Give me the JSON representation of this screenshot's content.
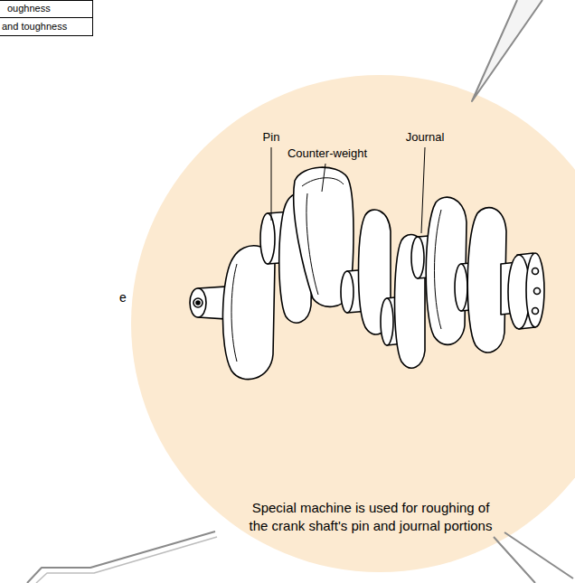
{
  "diagram": {
    "nodes": [
      {
        "text": [
          "Special machine is used for roughing of the crank shaft's pin and journal portions"
        ]
      }
    ],
    "labels": [
      "oughness",
      "and toughness",
      "e",
      "Pin",
      "Counter-weight",
      "Journal"
    ]
  }
}
